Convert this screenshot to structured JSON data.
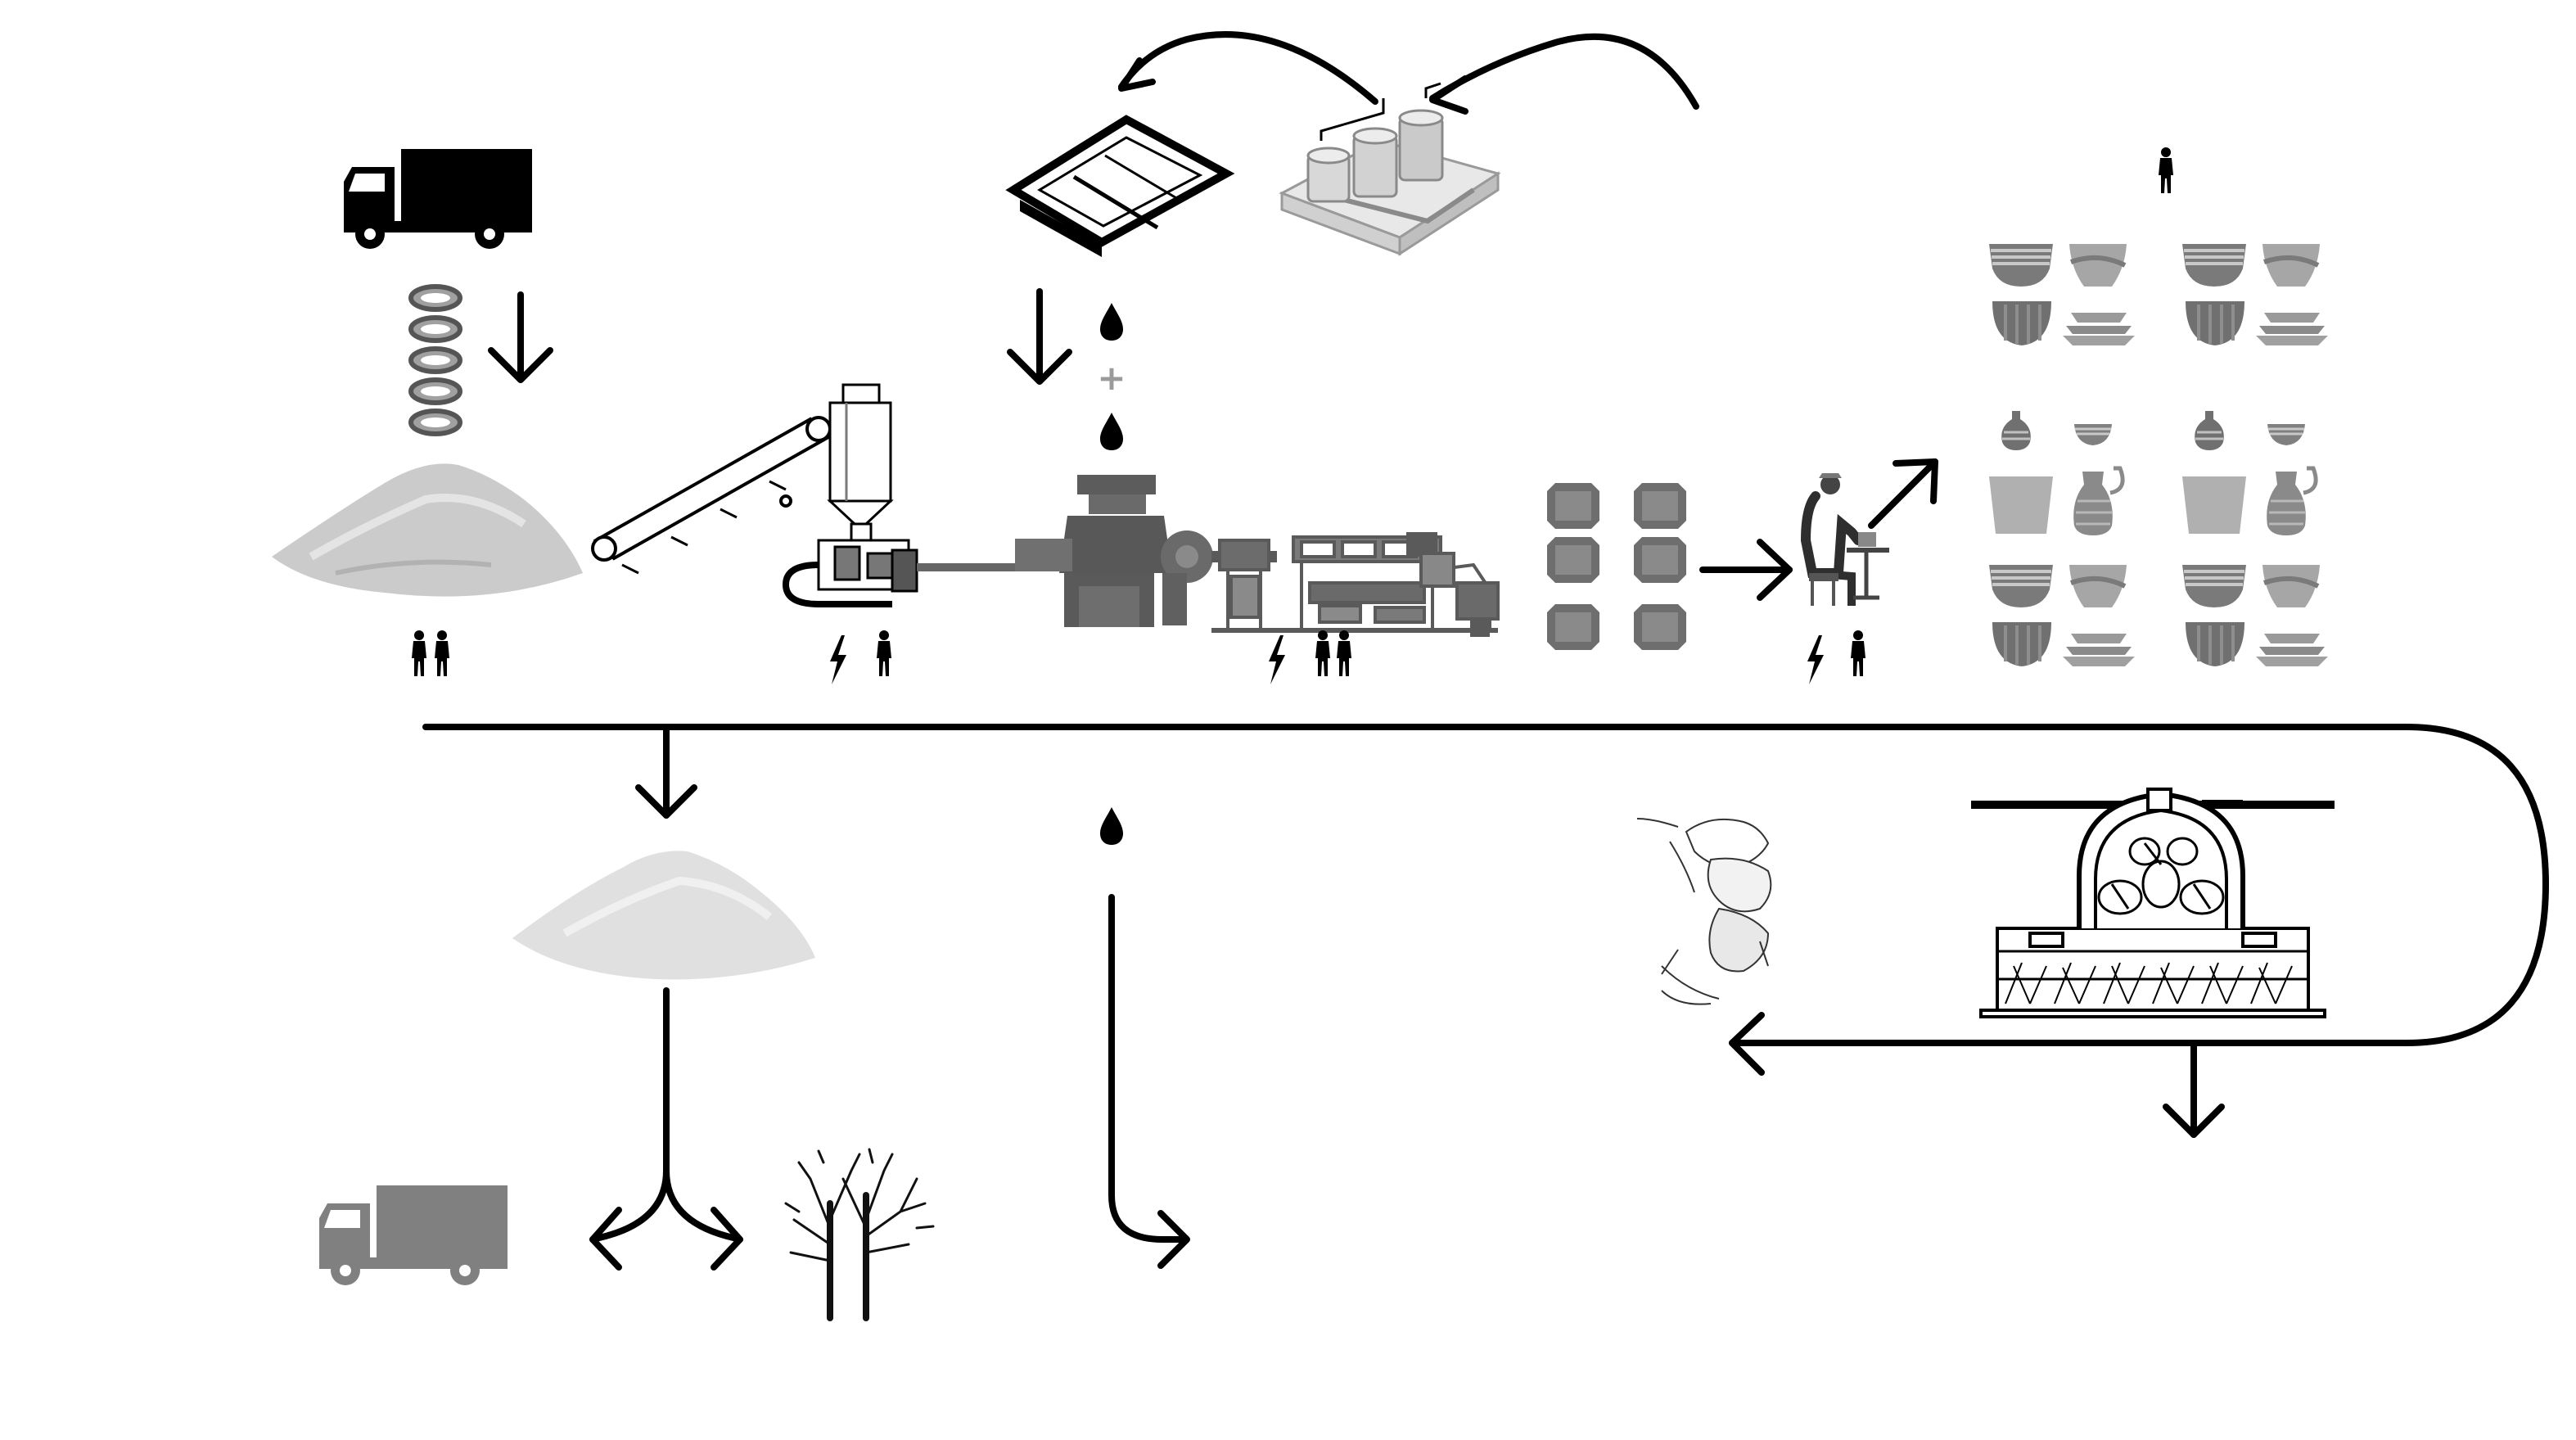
{
  "diagram": {
    "background": "#ffffff",
    "colors": {
      "ink": "#000000",
      "machine": "#555555",
      "machine_light": "#8a8a8a",
      "powder": "#c8c8c8",
      "powder_light": "#e2e2e2",
      "truck_output": "#808080",
      "tile": "#6e6e6e",
      "plus": "#9a9a9a",
      "pot_dark": "#6a6a6a",
      "pot_mid": "#8c8c8c",
      "pot_light": "#b0b0b0",
      "tank": "#cfcfcf"
    },
    "plus_symbol": "+",
    "nodes": [
      {
        "name": "delivery-truck",
        "icon": "truck-icon"
      },
      {
        "name": "stacked-rings",
        "icon": "rings-icon"
      },
      {
        "name": "raw-material-pile",
        "icon": "powder-pile-icon"
      },
      {
        "name": "conveyor-belt",
        "icon": "conveyor-icon"
      },
      {
        "name": "cyclone-mill",
        "icon": "cyclone-icon"
      },
      {
        "name": "mixer-machine",
        "icon": "mixer-icon"
      },
      {
        "name": "extruder-line",
        "icon": "extruder-icon"
      },
      {
        "name": "water-treatment-tanks",
        "icon": "tanks-icon"
      },
      {
        "name": "filter-press-tray",
        "icon": "tray-icon"
      },
      {
        "name": "clay-tiles",
        "icon": "tile-icon"
      },
      {
        "name": "potter-at-wheel",
        "icon": "potter-icon"
      },
      {
        "name": "pottery-collection",
        "icon": "pot-icon"
      },
      {
        "name": "broken-pottery",
        "icon": "broken-pot-icon"
      },
      {
        "name": "kiln",
        "icon": "kiln-icon"
      },
      {
        "name": "residue-pile",
        "icon": "powder-pile-icon"
      },
      {
        "name": "output-truck",
        "icon": "truck-icon"
      },
      {
        "name": "trees",
        "icon": "tree-icon"
      }
    ],
    "indicators": [
      {
        "stage": "raw-material",
        "energy": false,
        "workers": 2
      },
      {
        "stage": "milling",
        "energy": true,
        "workers": 1
      },
      {
        "stage": "extrusion",
        "energy": true,
        "workers": 2
      },
      {
        "stage": "throwing",
        "energy": true,
        "workers": 1
      },
      {
        "stage": "display",
        "energy": false,
        "workers": 1
      }
    ],
    "pottery_groups": 4
  }
}
